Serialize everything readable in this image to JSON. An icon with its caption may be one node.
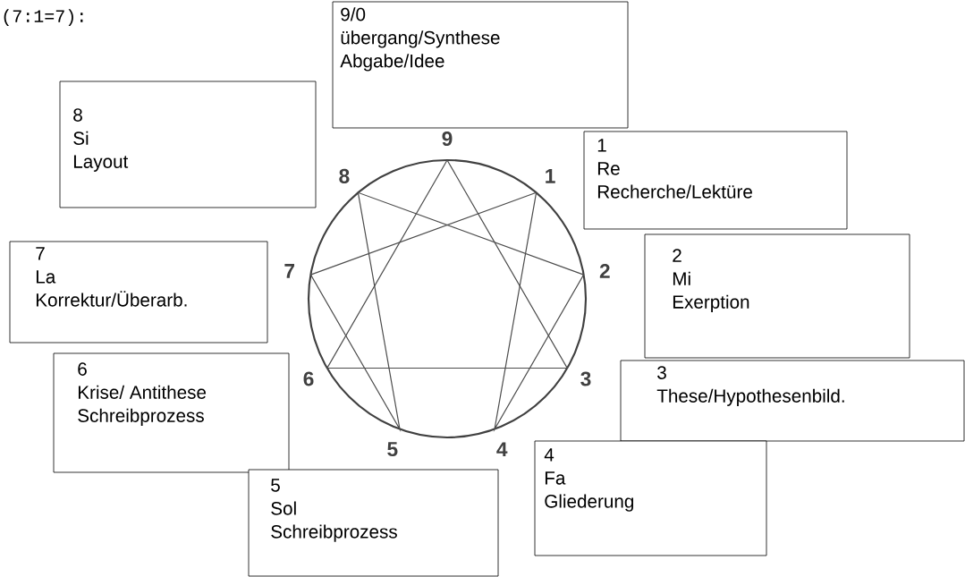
{
  "diagram": {
    "nodes": [
      {
        "text": [
          "9/0",
          "übergang/Synthese",
          "Abgabe/Idee"
        ]
      },
      {
        "text": [
          "8",
          "Si",
          "Layout"
        ]
      },
      {
        "text": [
          "1",
          "Re",
          "Recherche/Lektüre"
        ]
      },
      {
        "text": [
          "7",
          "La",
          "Korrektur/Überarb."
        ]
      },
      {
        "text": [
          "2",
          "Mi",
          "Exerption"
        ]
      },
      {
        "text": [
          "6",
          "Krise/ Antithese",
          "Schreibprozess"
        ]
      },
      {
        "text": [
          "3",
          "These/Hypothesenbild."
        ]
      },
      {
        "text": [
          "4",
          "Fa",
          "Gliederung"
        ]
      },
      {
        "text": [
          "5",
          "Sol",
          "Schreibprozess"
        ]
      }
    ],
    "labels": [
      "(7:1=7):",
      "9",
      "1",
      "2",
      "3",
      "4",
      "5",
      "6",
      "7",
      "8"
    ]
  }
}
